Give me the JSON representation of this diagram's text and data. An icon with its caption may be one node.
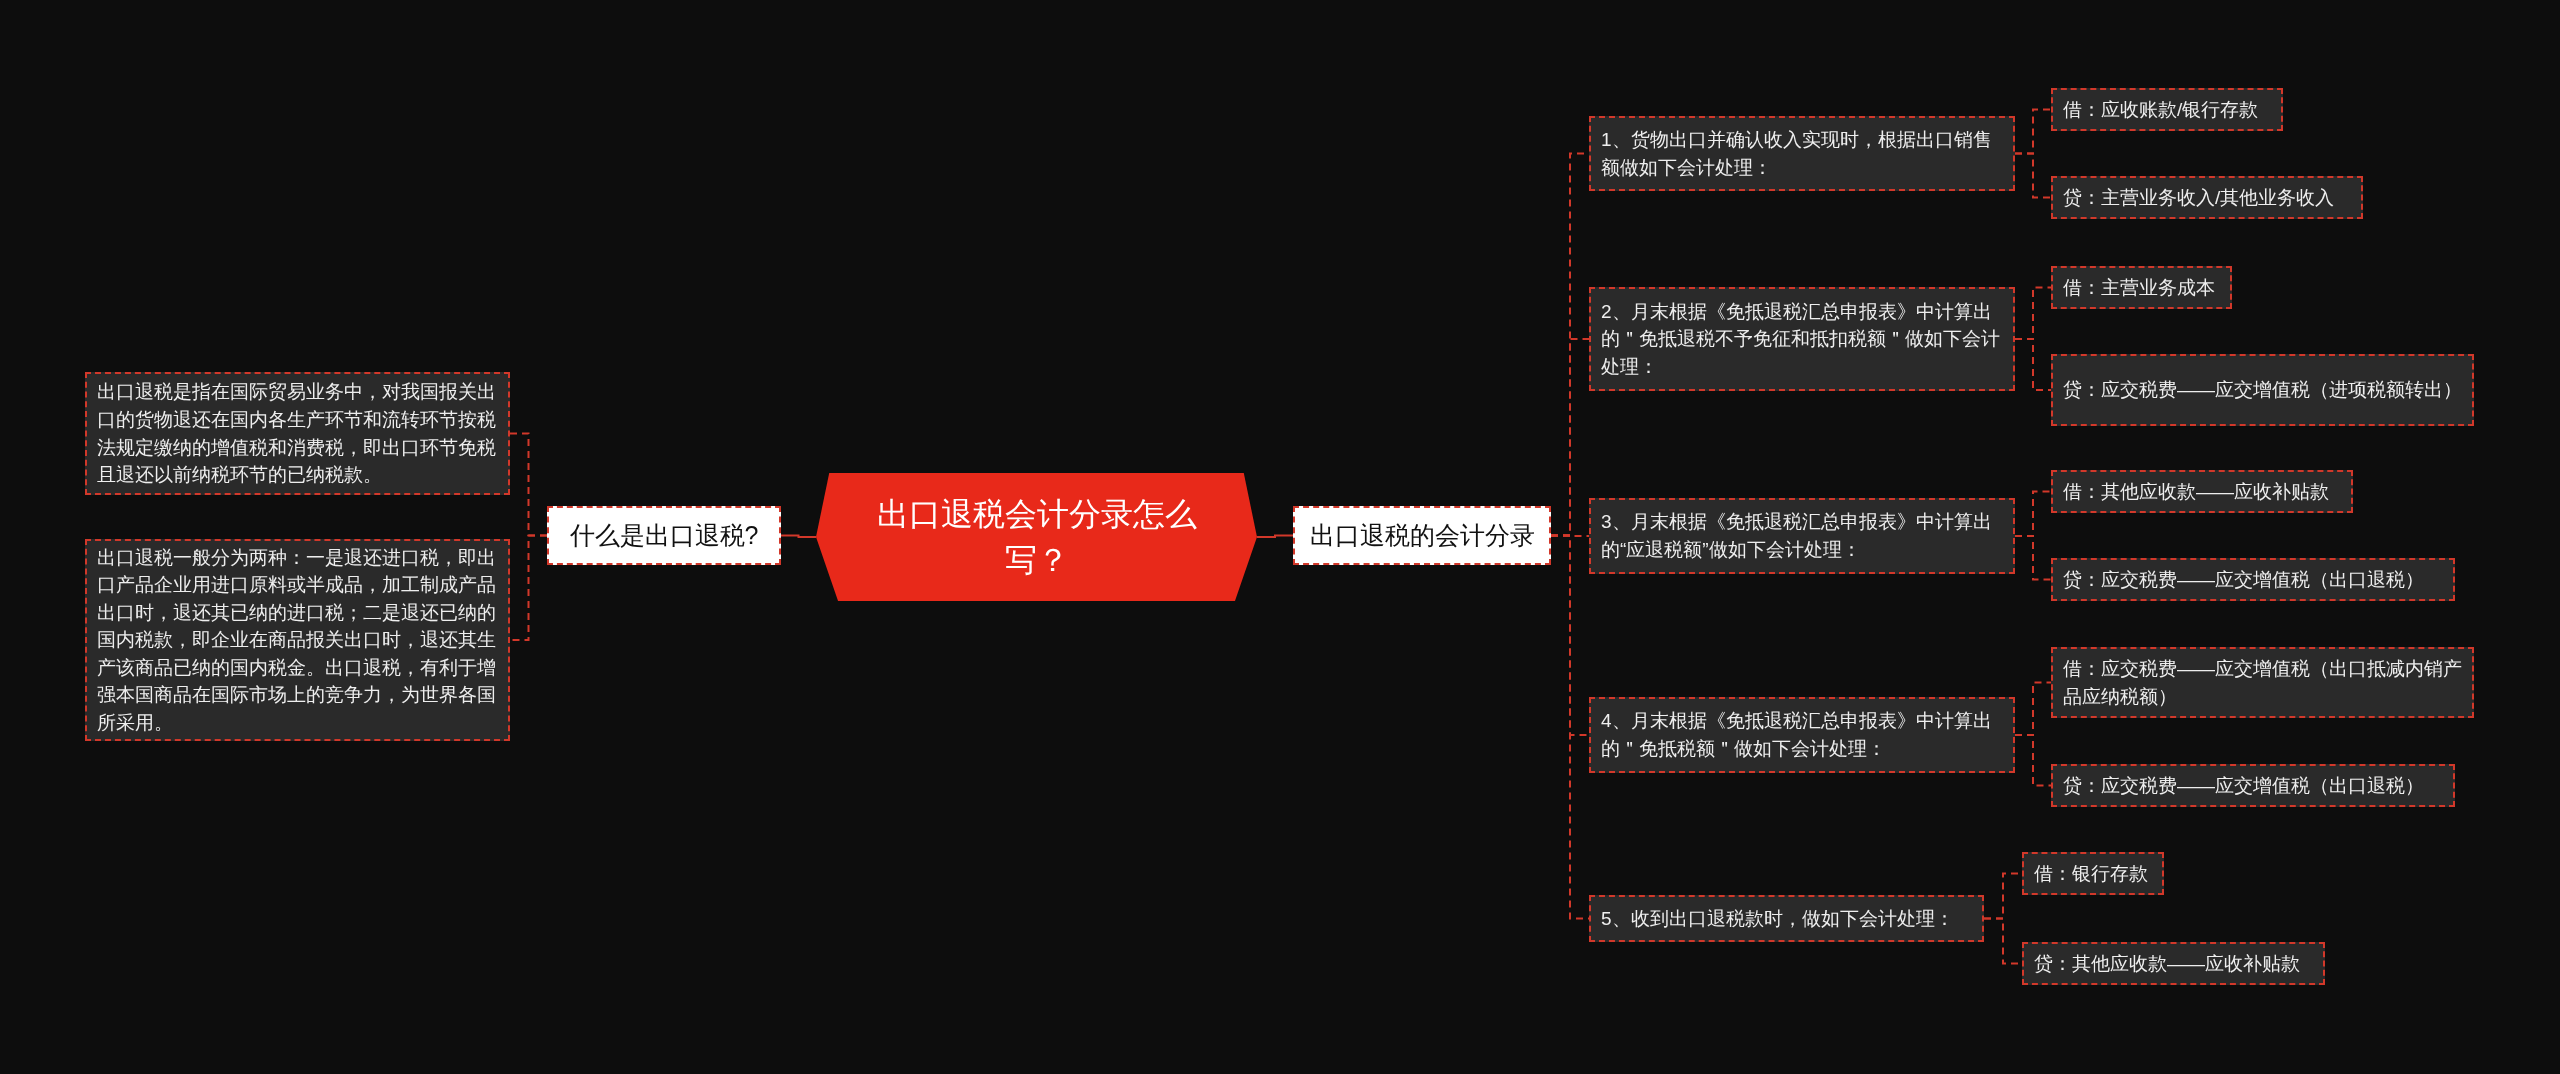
{
  "diagram": {
    "nodes": [
      {
        "text": [
          "出口退税会计分录怎么写？"
        ]
      },
      {
        "text": [
          "什么是出口退税?"
        ]
      },
      {
        "text": [
          "出口退税是指在国际贸易业务中，对我国报关出口的货物退还在国内各生产环节和流转环节按税法规定缴纳的增值税和消费税，即出口环节免税且退还以前纳税环节的已纳税款。"
        ]
      },
      {
        "text": [
          "出口退税一般分为两种：一是退还进口税，即出口产品企业用进口原料或半成品，加工制成产品出口时，退还其已纳的进口税；二是退还已纳的国内税款，即企业在商品报关出口时，退还其生产该商品已纳的国内税金。出口退税，有利于增强本国商品在国际市场上的竞争力，为世界各国所采用。"
        ]
      },
      {
        "text": [
          "出口退税的会计分录"
        ]
      },
      {
        "text": [
          "1、货物出口并确认收入实现时，根据出口销售额做如下会计处理："
        ]
      },
      {
        "text": [
          "借：应收账款/银行存款"
        ]
      },
      {
        "text": [
          "贷：主营业务收入/其他业务收入"
        ]
      },
      {
        "text": [
          "2、月末根据《免抵退税汇总申报表》中计算出的＂免抵退税不予免征和抵扣税额＂做如下会计处理："
        ]
      },
      {
        "text": [
          "借：主营业务成本"
        ]
      },
      {
        "text": [
          "贷：应交税费——应交增值税（进项税额转出）"
        ]
      },
      {
        "text": [
          "3、月末根据《免抵退税汇总申报表》中计算出的“应退税额”做如下会计处理："
        ]
      },
      {
        "text": [
          "借：其他应收款——应收补贴款"
        ]
      },
      {
        "text": [
          "贷：应交税费——应交增值税（出口退税）"
        ]
      },
      {
        "text": [
          "4、月末根据《免抵退税汇总申报表》中计算出的＂免抵税额＂做如下会计处理："
        ]
      },
      {
        "text": [
          "借：应交税费——应交增值税（出口抵减内销产品应纳税额）"
        ]
      },
      {
        "text": [
          "贷：应交税费——应交增值税（出口退税）"
        ]
      },
      {
        "text": [
          "5、收到出口退税款时，做如下会计处理："
        ]
      },
      {
        "text": [
          "借：银行存款"
        ]
      },
      {
        "text": [
          "贷：其他应收款——应收补贴款"
        ]
      }
    ],
    "edges": [
      {
        "from": 0,
        "to": 1,
        "arrow": "none"
      },
      {
        "from": 1,
        "to": 2,
        "arrow": "none",
        "style": "dashed"
      },
      {
        "from": 1,
        "to": 3,
        "arrow": "none",
        "style": "dashed"
      },
      {
        "from": 0,
        "to": 4,
        "arrow": "none"
      },
      {
        "from": 4,
        "to": 5,
        "arrow": "none",
        "style": "dashed"
      },
      {
        "from": 5,
        "to": 6,
        "arrow": "none",
        "style": "dashed"
      },
      {
        "from": 5,
        "to": 7,
        "arrow": "none",
        "style": "dashed"
      },
      {
        "from": 4,
        "to": 8,
        "arrow": "none",
        "style": "dashed"
      },
      {
        "from": 8,
        "to": 9,
        "arrow": "none",
        "style": "dashed"
      },
      {
        "from": 8,
        "to": 10,
        "arrow": "none",
        "style": "dashed"
      },
      {
        "from": 4,
        "to": 11,
        "arrow": "none",
        "style": "dashed"
      },
      {
        "from": 11,
        "to": 12,
        "arrow": "none",
        "style": "dashed"
      },
      {
        "from": 11,
        "to": 13,
        "arrow": "none",
        "style": "dashed"
      },
      {
        "from": 4,
        "to": 14,
        "arrow": "none",
        "style": "dashed"
      },
      {
        "from": 14,
        "to": 15,
        "arrow": "none",
        "style": "dashed"
      },
      {
        "from": 14,
        "to": 16,
        "arrow": "none",
        "style": "dashed"
      },
      {
        "from": 4,
        "to": 17,
        "arrow": "none",
        "style": "dashed"
      },
      {
        "from": 17,
        "to": 18,
        "arrow": "none",
        "style": "dashed"
      },
      {
        "from": 17,
        "to": 19,
        "arrow": "none",
        "style": "dashed"
      }
    ]
  }
}
